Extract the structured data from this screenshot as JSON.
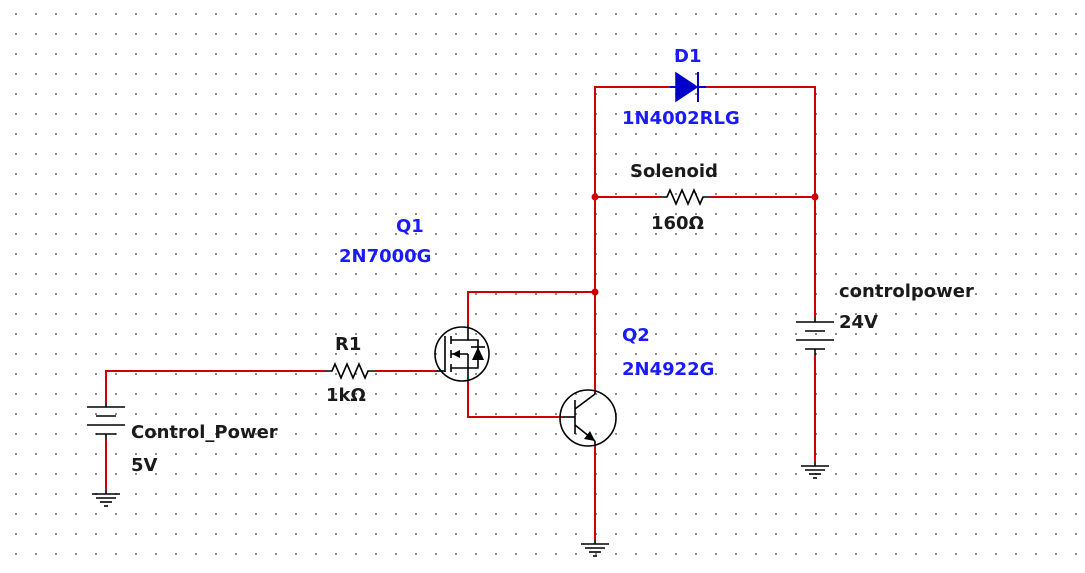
{
  "components": {
    "d1": {
      "ref": "D1",
      "value": "1N4002RLG"
    },
    "solenoid": {
      "ref": "Solenoid",
      "value": "160Ω"
    },
    "q1": {
      "ref": "Q1",
      "value": "2N7000G"
    },
    "q2": {
      "ref": "Q2",
      "value": "2N4922G"
    },
    "r1": {
      "ref": "R1",
      "value": "1kΩ"
    },
    "control_power": {
      "ref": "Control_Power",
      "value": "5V"
    },
    "controlpower": {
      "ref": "controlpower",
      "value": "24V"
    }
  },
  "colors": {
    "wire": "#d00000",
    "symbol": "#000000",
    "blue_component": "#0000c8",
    "blue_label": "#1a1aff",
    "black_label": "#1a1a1a"
  }
}
